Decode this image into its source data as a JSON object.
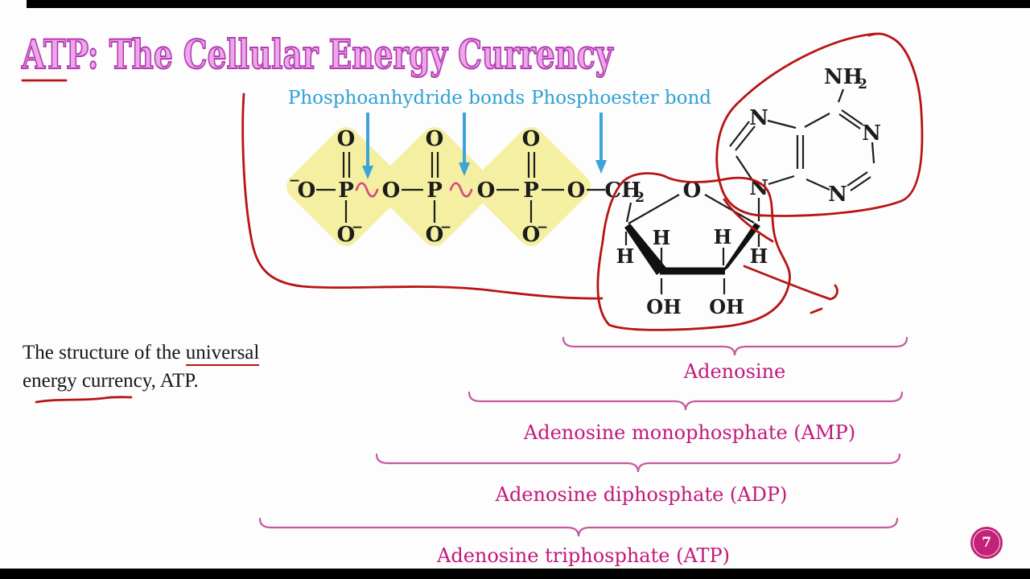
{
  "slide": {
    "title": "ATP: The Cellular Energy Currency",
    "caption": {
      "line1_pre": "The structure of the ",
      "line1_underline": "universal",
      "line2": "energy currency, ATP."
    },
    "bond_labels": {
      "phosphoanhydride": "Phosphoanhydride bonds",
      "phosphoester": "Phosphoester bond"
    },
    "molecule": {
      "symbols": {
        "O": "O",
        "P": "P",
        "H": "H",
        "OH": "OH",
        "N": "N",
        "NH": "NH",
        "CH": "CH",
        "sub2": "2",
        "minus": "−"
      }
    },
    "brackets": [
      {
        "label": "Adenosine"
      },
      {
        "label": "Adenosine monophosphate (AMP)"
      },
      {
        "label": "Adenosine diphosphate (ADP)"
      },
      {
        "label": "Adenosine triphosphate (ATP)"
      }
    ],
    "page_number": "7",
    "colors": {
      "highlight_yellow": "#f5efa2",
      "bond_label_blue": "#2e9fd4",
      "squiggle_pink": "#d84680",
      "bracket_magenta": "#c2187c",
      "annotation_red": "#b81414",
      "title_fill": "#eda6ea",
      "title_outline": "#b23ab2",
      "badge_magenta": "#c22277"
    }
  }
}
